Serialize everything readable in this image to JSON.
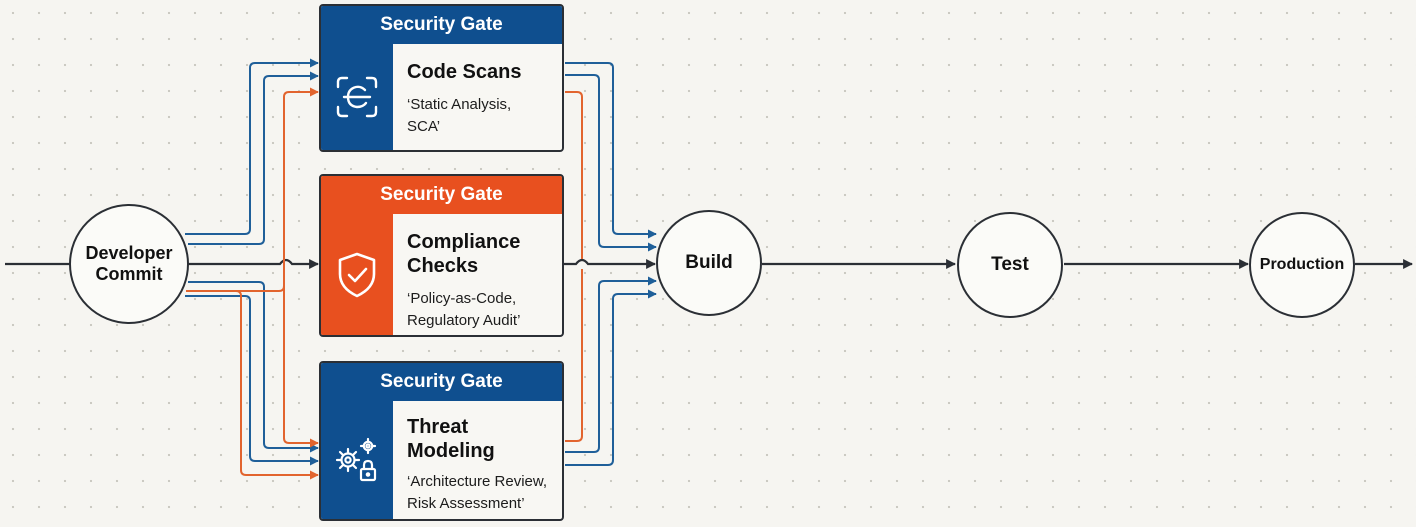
{
  "colors": {
    "blue": "#0f4f8f",
    "orange": "#e8501f",
    "line": "#2b2f35",
    "blue_arrow": "#1f5f99",
    "orange_arrow": "#e2642e"
  },
  "nodes": {
    "developer_commit": {
      "line1": "Developer",
      "line2": "Commit"
    },
    "build": "Build",
    "test": "Test",
    "production": "Production"
  },
  "gates": [
    {
      "header": "Security Gate",
      "title_line1": "Code Scans",
      "title_line2": "",
      "desc_line1": "‘Static Analysis,",
      "desc_line2": "SCA’",
      "icon": "scan-icon",
      "color": "blue"
    },
    {
      "header": "Security Gate",
      "title_line1": "Compliance",
      "title_line2": "Checks",
      "desc_line1": "‘Policy-as-Code,",
      "desc_line2": "Regulatory Audit’",
      "icon": "shield-check-icon",
      "color": "orange"
    },
    {
      "header": "Security Gate",
      "title_line1": "Threat",
      "title_line2": "Modeling",
      "desc_line1": "‘Architecture Review,",
      "desc_line2": "Risk Assessment’",
      "icon": "gears-lock-icon",
      "color": "blue"
    }
  ]
}
